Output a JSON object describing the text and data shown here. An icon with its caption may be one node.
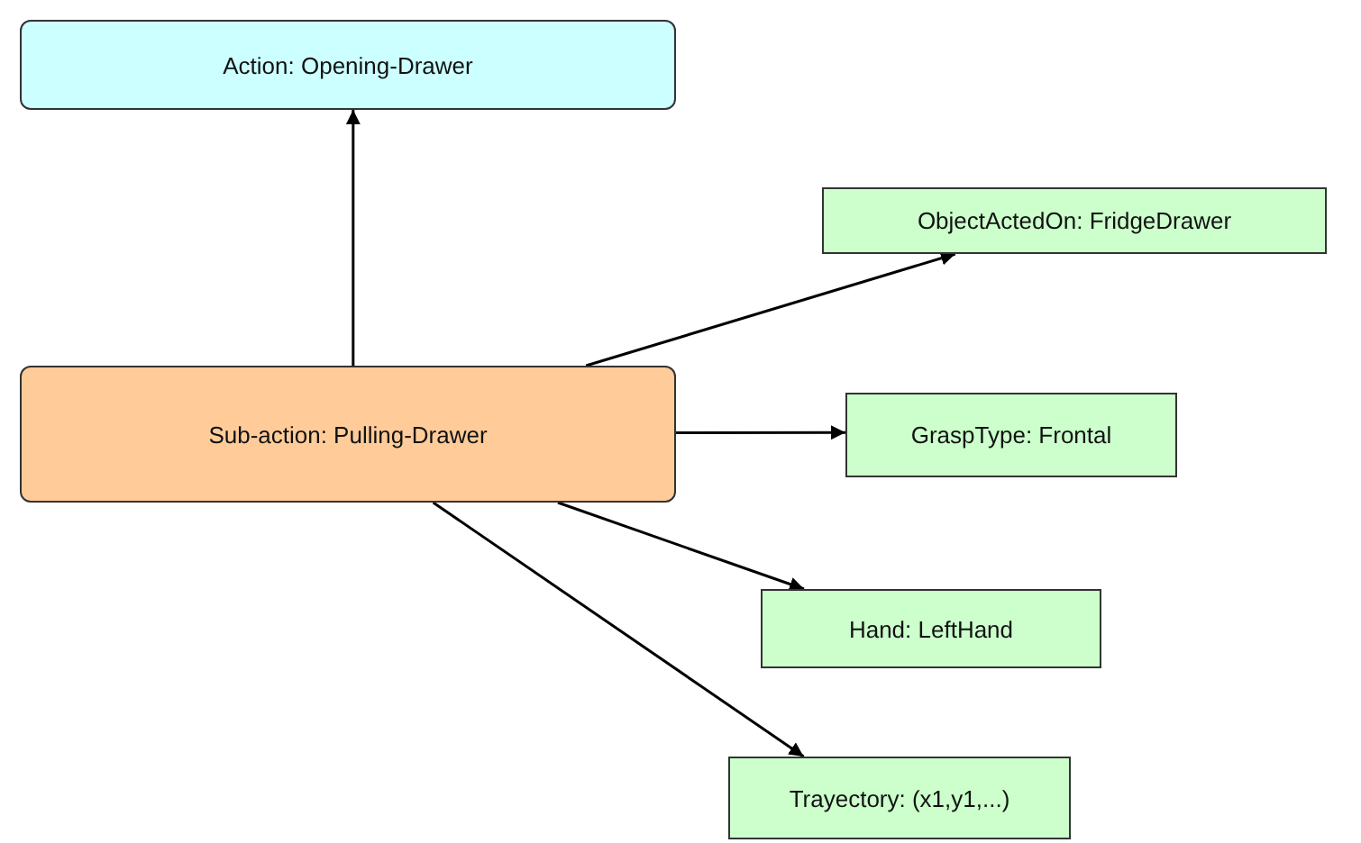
{
  "diagram": {
    "nodes": [
      {
        "text": [
          "Action: Opening-Drawer"
        ]
      },
      {
        "text": [
          "Sub-action: Pulling-Drawer"
        ]
      },
      {
        "text": [
          "ObjectActedOn: FridgeDrawer"
        ]
      },
      {
        "text": [
          "GraspType: Frontal"
        ]
      },
      {
        "text": [
          "Hand: LeftHand"
        ]
      },
      {
        "text": [
          "Trayectory: (x1,y1,...)"
        ]
      }
    ],
    "edges": [
      {
        "from": 1,
        "to": 0,
        "arrow": "to"
      },
      {
        "from": 1,
        "to": 2,
        "arrow": "to"
      },
      {
        "from": 1,
        "to": 3,
        "arrow": "to"
      },
      {
        "from": 1,
        "to": 4,
        "arrow": "to"
      },
      {
        "from": 1,
        "to": 5,
        "arrow": "to"
      }
    ]
  }
}
